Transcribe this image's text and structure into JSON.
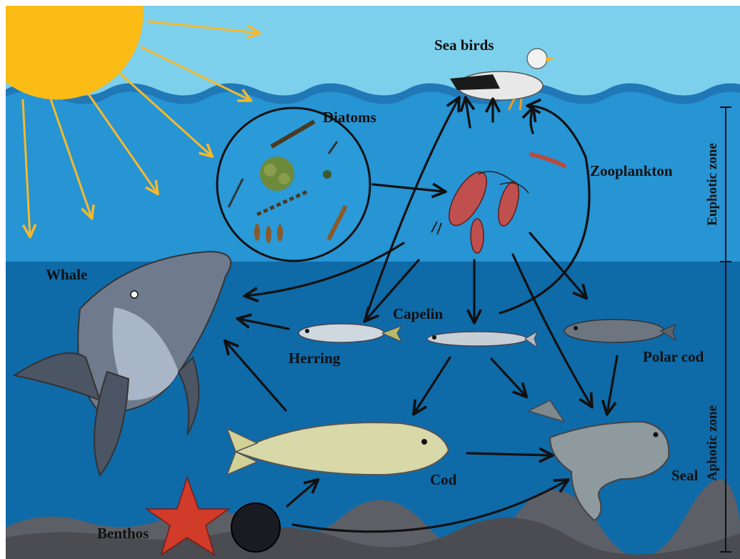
{
  "labels": {
    "sea_birds": "Sea birds",
    "diatoms": "Diatoms",
    "zooplankton": "Zooplankton",
    "whale": "Whale",
    "herring": "Herring",
    "capelin": "Capelin",
    "polar_cod": "Polar cod",
    "cod": "Cod",
    "seal": "Seal",
    "benthos": "Benthos"
  },
  "zones": {
    "euphotic": "Euphotic zone",
    "aphotic": "Aphotic zone"
  },
  "colors": {
    "sky": "#7dd0ec",
    "euphotic_water": "#2794d4",
    "aphotic_water": "#0f6aa8",
    "sun": "#fbbc16",
    "rays": "#f5b92c",
    "seabed": "#5d5f66"
  }
}
